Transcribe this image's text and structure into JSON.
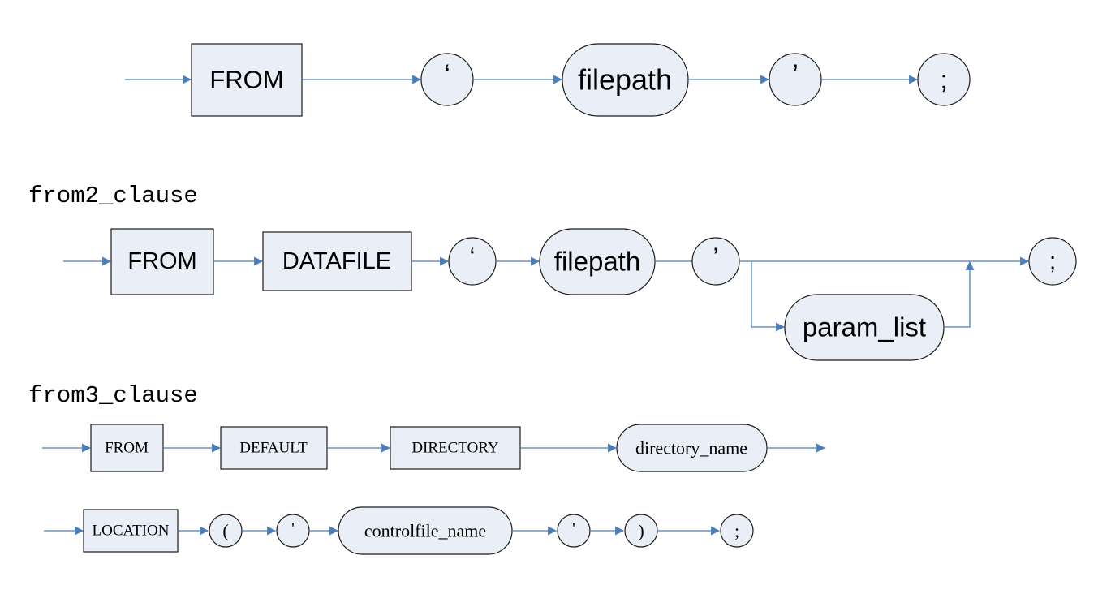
{
  "diagrams": [
    {
      "heading": "",
      "nodes": {
        "from": "FROM",
        "quote_open": "‘",
        "filepath": "filepath",
        "quote_close": "’",
        "semicolon": ";"
      }
    },
    {
      "heading": "from2_clause",
      "nodes": {
        "from": "FROM",
        "datafile": "DATAFILE",
        "quote_open": "‘",
        "filepath": "filepath",
        "quote_close": "’",
        "param_list": "param_list",
        "semicolon": ";"
      }
    },
    {
      "heading": "from3_clause",
      "nodes": {
        "from": "FROM",
        "default": "DEFAULT",
        "directory": "DIRECTORY",
        "directory_name": "directory_name",
        "location": "LOCATION",
        "paren_open": "(",
        "quote_open": "'",
        "controlfile_name": "controlfile_name",
        "quote_close": "'",
        "paren_close": ")",
        "semicolon": ";"
      }
    }
  ],
  "colors": {
    "node_fill": "#e9eef7",
    "node_stroke": "#1b1b1b",
    "connector": "#4a7ebb"
  }
}
